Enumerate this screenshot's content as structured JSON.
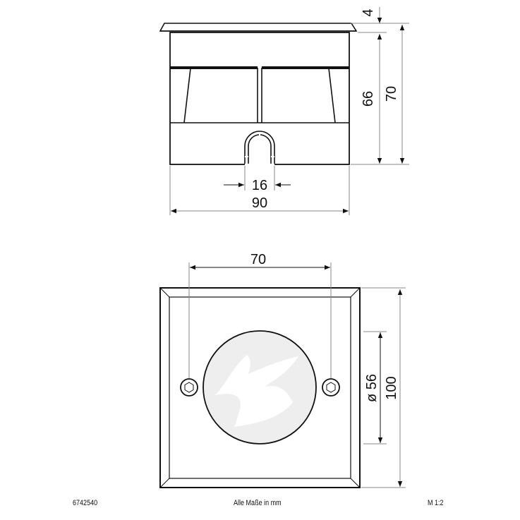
{
  "drawing": {
    "side_view": {
      "dimensions": {
        "flange_height": "4",
        "body_height": "66",
        "total_height": "70",
        "cable_opening_width": "16",
        "body_width": "90"
      }
    },
    "top_view": {
      "dimensions": {
        "screw_spacing": "70",
        "lens_diameter": "ø 56",
        "outer_size": "100"
      }
    },
    "footer": {
      "article_number": "6742540",
      "units_note": "Alle Maße in mm",
      "scale": "M 1:2"
    },
    "colors": {
      "line": "#111111",
      "dim_line": "#888888",
      "lens_fill": "#eeeeee",
      "lens_highlight": "#ffffff"
    }
  }
}
